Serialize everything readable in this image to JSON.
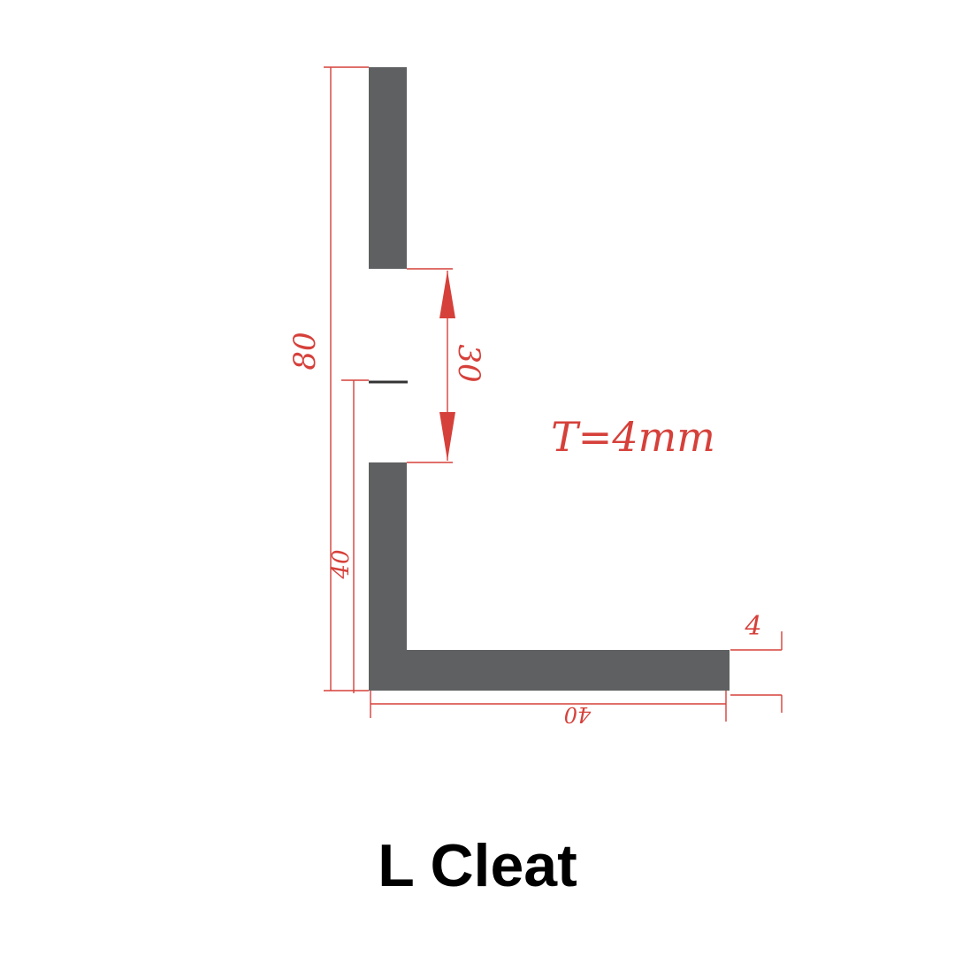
{
  "caption": "L Cleat",
  "dimensions": {
    "total_height": "80",
    "lower_height": "40",
    "slot_length": "30",
    "thickness_spec": "T=4mm",
    "flange_thickness": "4",
    "base_width": "40"
  },
  "colors": {
    "profile": "#5f6061",
    "dimension": "#d6403a",
    "caption": "#000000",
    "background": "#ffffff"
  }
}
